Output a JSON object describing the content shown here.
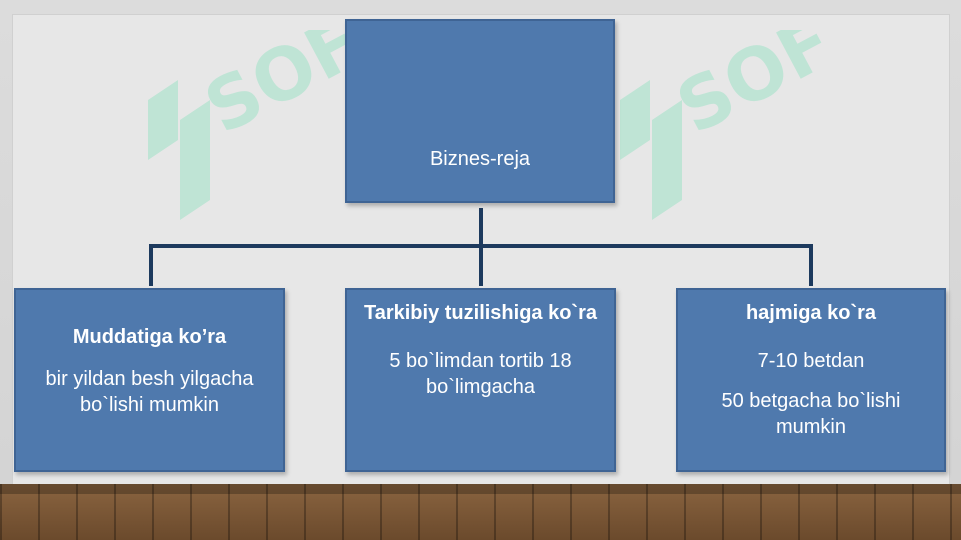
{
  "root": {
    "label": "Biznes-reja"
  },
  "children": [
    {
      "title": "Muddatiga ko’ra",
      "lines": [
        "bir yildan  besh yilgacha",
        "bo`lishi mumkin"
      ]
    },
    {
      "title": "Tarkibiy tuzilishiga ko`ra",
      "lines": [
        "5 bo`limdan tortib 18",
        "bo`limgacha"
      ]
    },
    {
      "title": "hajmiga ko`ra",
      "lines": [
        "7-10 betdan",
        "50 betgacha bo`lishi",
        "mumkin"
      ]
    }
  ],
  "colors": {
    "box_fill": "#4f79ad",
    "connector": "#1d3a5e",
    "watermark": "#9fe3c8"
  },
  "watermark": {
    "icon": "soff-logo-icon",
    "text": "SOFF"
  }
}
